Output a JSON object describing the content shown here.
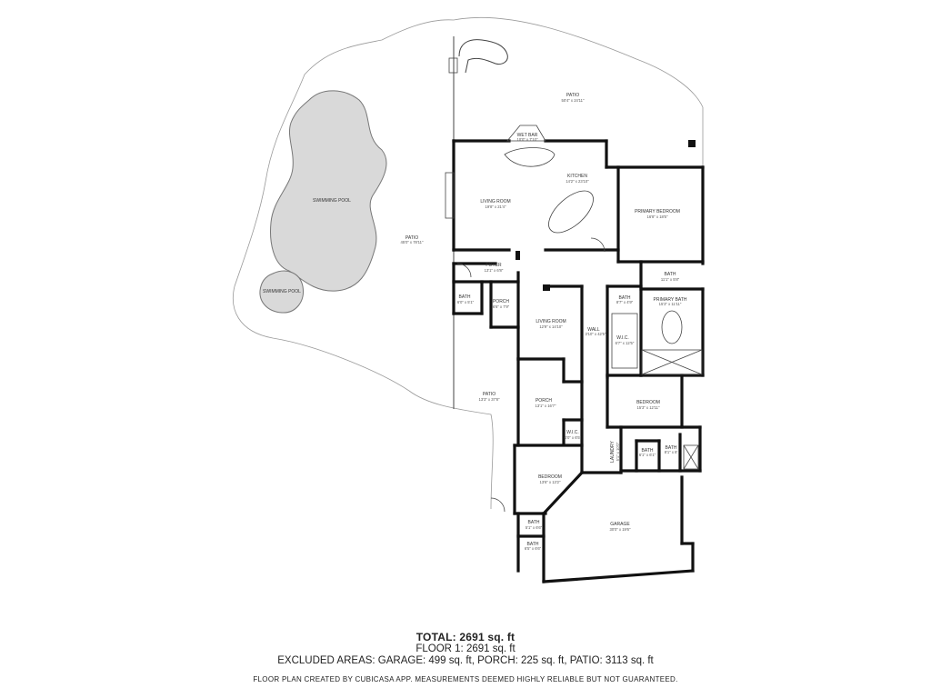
{
  "rooms": {
    "patio_top": {
      "name": "PATIO",
      "dim": "50'4\" x 24'11\""
    },
    "wet_bar": {
      "name": "WET BAR",
      "dim": "10'0\" x 7'10\""
    },
    "kitchen": {
      "name": "KITCHEN",
      "dim": "14'2\" x 23'10\""
    },
    "living_room_1": {
      "name": "LIVING ROOM",
      "dim": "19'8\" x 21'4\""
    },
    "primary_bedroom": {
      "name": "PRIMARY BEDROOM",
      "dim": "16'8\" x 18'5\""
    },
    "swimming_pool_1": {
      "name": "SWIMMING POOL"
    },
    "swimming_pool_2": {
      "name": "SWIMMING POOL"
    },
    "patio_left": {
      "name": "PATIO",
      "dim": "45'0\" x 78'11\""
    },
    "foyer": {
      "name": "FOYER",
      "dim": "13'1\" x 6'8\""
    },
    "bath_1": {
      "name": "BATH",
      "dim": "11'1\" x 5'8\""
    },
    "bath_2": {
      "name": "BATH",
      "dim": "6'0\" x 5'1\""
    },
    "porch_1": {
      "name": "PORCH",
      "dim": "6'6\" x 7'9\""
    },
    "bath_3": {
      "name": "BATH",
      "dim": "8'7\" x 4'9\""
    },
    "primary_bath": {
      "name": "PRIMARY BATH",
      "dim": "15'3\" x 11'11\""
    },
    "living_room_2": {
      "name": "LIVING ROOM",
      "dim": "12'9\" x 14'10\""
    },
    "wall": {
      "name": "WALL",
      "dim": "3'10\" x 42'5\""
    },
    "wic_1": {
      "name": "W.I.C.",
      "dim": "6'7\" x 12'5\""
    },
    "patio_bottom": {
      "name": "PATIO",
      "dim": "13'3\" x 37'8\""
    },
    "porch_2": {
      "name": "PORCH",
      "dim": "13'1\" x 16'7\""
    },
    "bedroom_1": {
      "name": "BEDROOM",
      "dim": "15'3\" x 12'11\""
    },
    "wic_2": {
      "name": "W.I.C.",
      "dim": "6'0\" x 6'5\""
    },
    "laundry": {
      "name": "LAUNDRY",
      "dim": "5'1\" x 10'0\""
    },
    "bath_4": {
      "name": "BATH",
      "dim": "6'1\" x 6'1\""
    },
    "bath_5": {
      "name": "BATH",
      "dim": "8'1\" x 8'"
    },
    "bedroom_2": {
      "name": "BEDROOM",
      "dim": "13'6\" x 13'2\""
    },
    "bath_6": {
      "name": "BATH",
      "dim": "5'1\" x 6'6\""
    },
    "bath_7": {
      "name": "BATH",
      "dim": "6'5\" x 6'6\""
    },
    "garage": {
      "name": "GARAGE",
      "dim": "30'0\" x 19'6\""
    }
  },
  "summary": {
    "total": "TOTAL: 2691 sq. ft",
    "floor1": "FLOOR 1: 2691 sq. ft",
    "excluded": "EXCLUDED AREAS: GARAGE: 499 sq. ft, PORCH: 225 sq. ft, PATIO: 3113 sq. ft",
    "disclaimer": "FLOOR PLAN CREATED BY CUBICASA APP. MEASUREMENTS DEEMED HIGHLY RELIABLE BUT NOT GUARANTEED."
  }
}
